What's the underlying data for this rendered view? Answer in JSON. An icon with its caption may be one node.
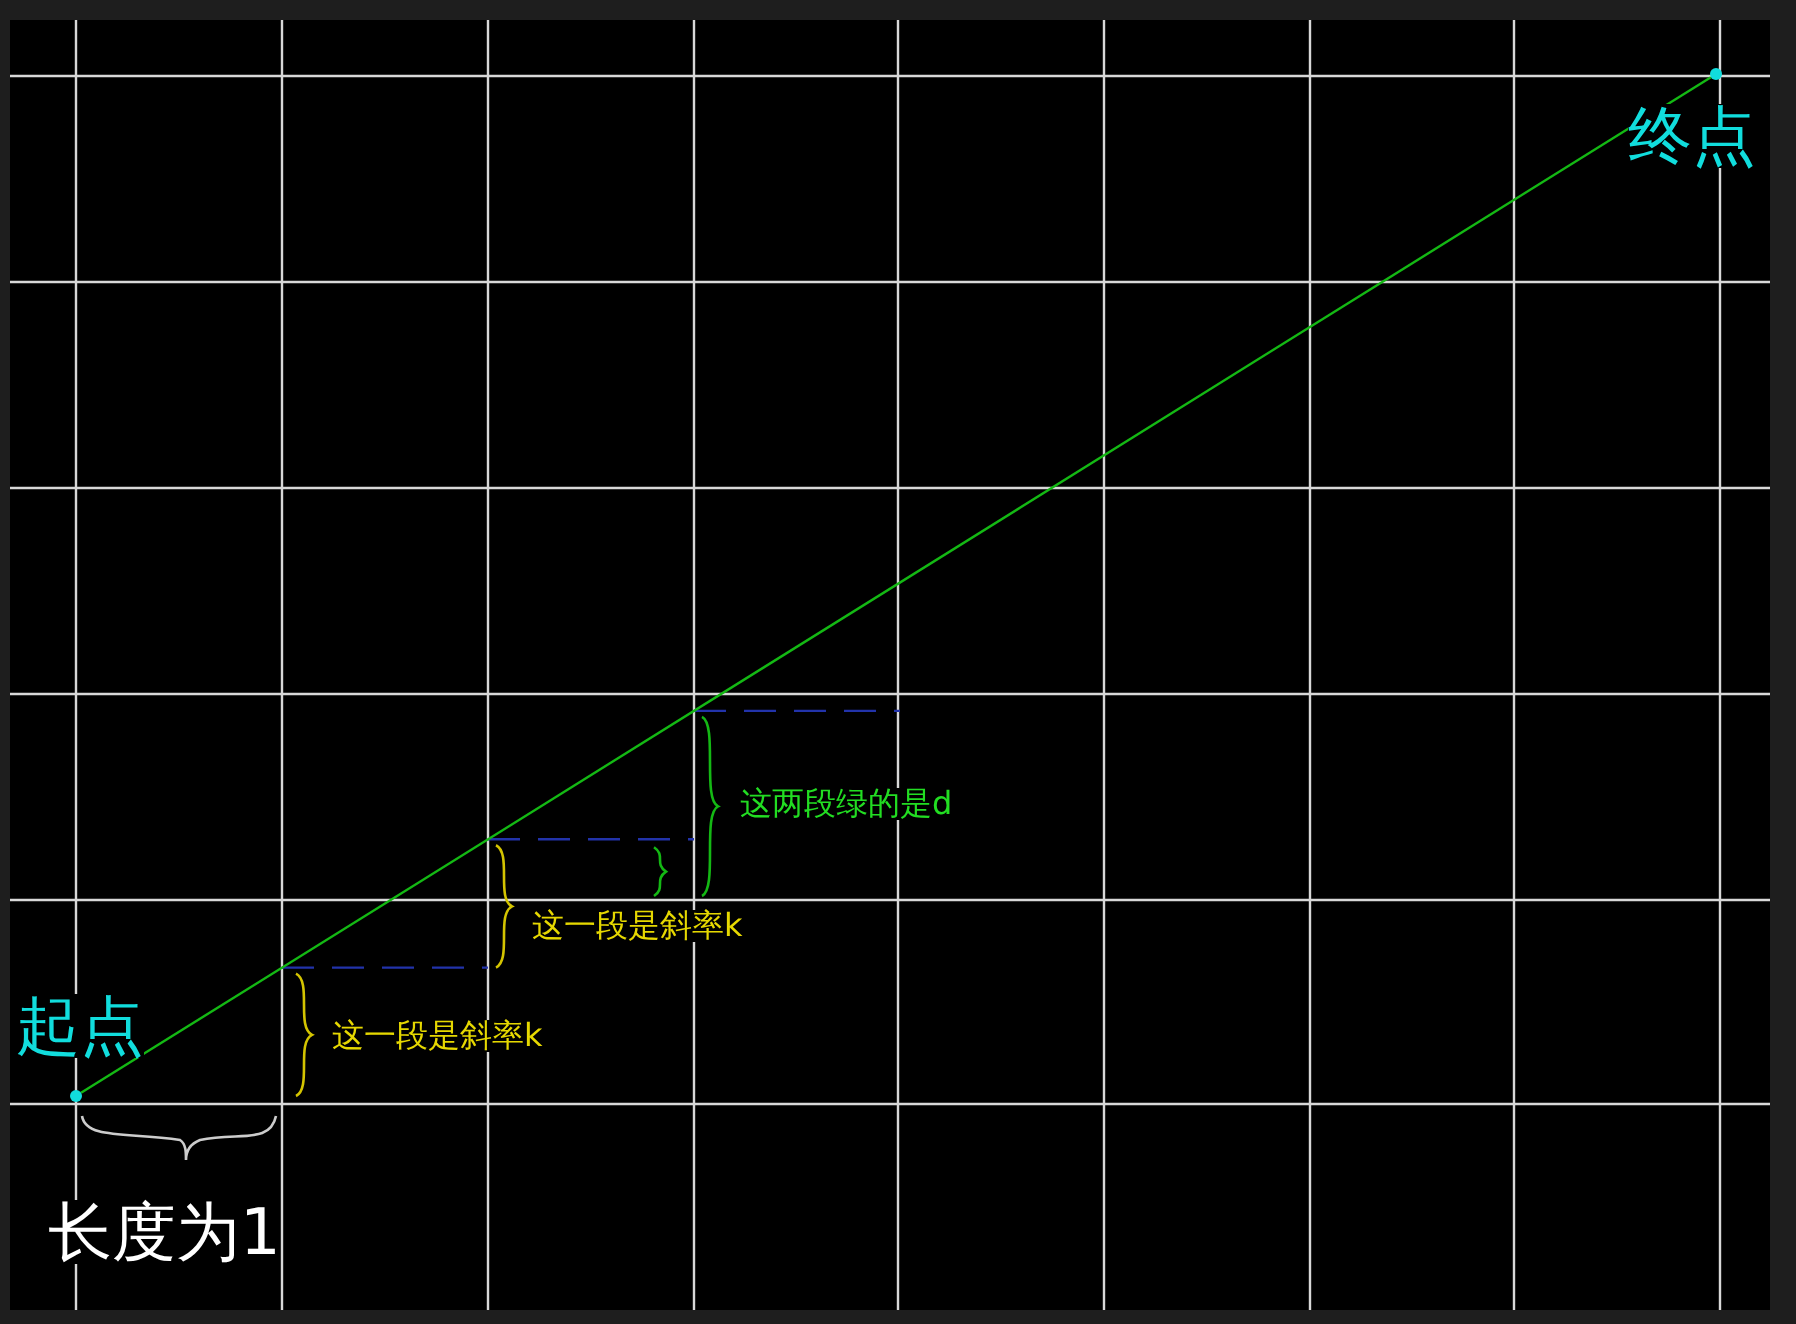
{
  "diagram": {
    "nodes": [
      {
        "text": [],
        "shape": "circle",
        "beside": [
          "起点"
        ]
      },
      {
        "text": [],
        "shape": "circle",
        "beside": [
          "终点"
        ]
      }
    ],
    "edges": [
      {
        "from": 0,
        "to": 1,
        "arrow": "none"
      }
    ],
    "labels": [
      "这两段绿的是d",
      "这一段是斜率k",
      "这一段是斜率k",
      "长度为1"
    ]
  }
}
